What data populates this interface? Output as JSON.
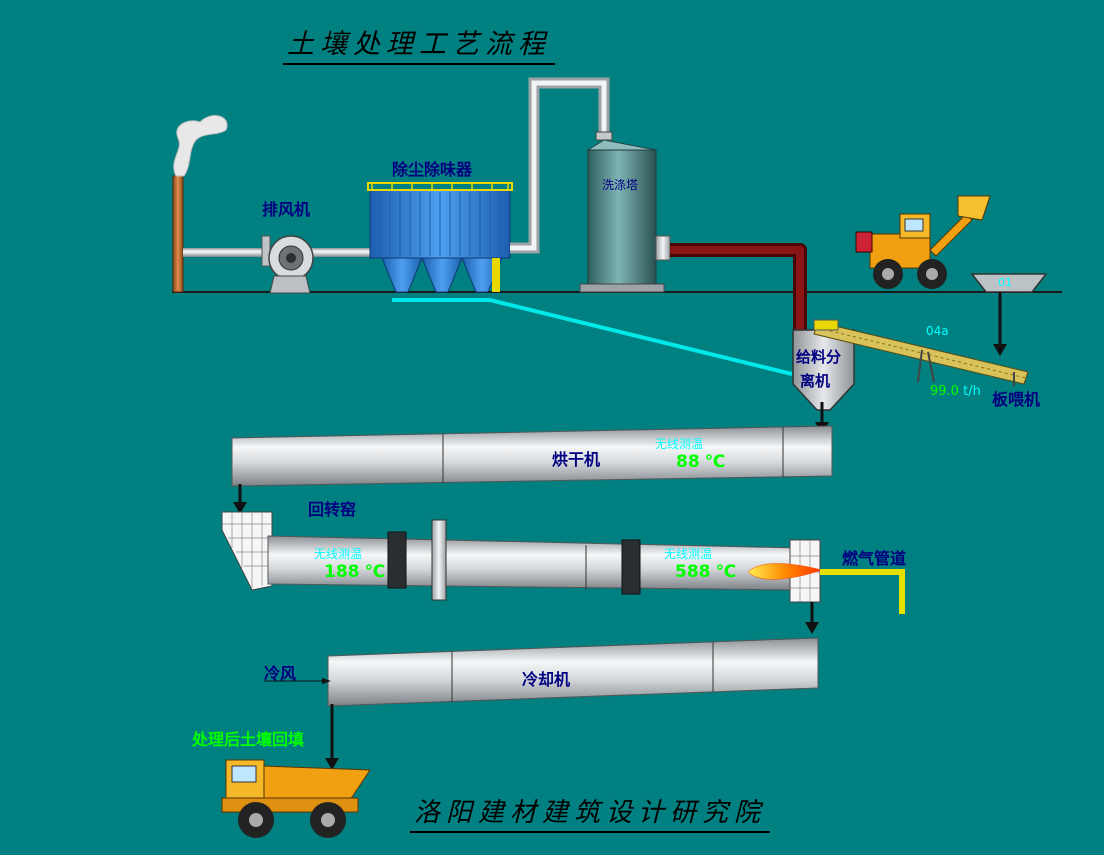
{
  "title": "土壤处理工艺流程",
  "institute": "洛阳建材建筑设计研究院",
  "labels": {
    "fan": "排风机",
    "dust_remover": "除尘除味器",
    "scrubber": "洗涤塔",
    "separator_line1": "给料分",
    "separator_line2": "离机",
    "plate_feeder": "板喂机",
    "hopper_tag": "01",
    "conveyor_tag": "04a",
    "dryer": "烘干机",
    "kiln": "回转窑",
    "gas_pipe": "燃气管道",
    "cold_air": "冷风",
    "cooler": "冷却机",
    "backfill": "处理后土壤回填"
  },
  "feed_rate": {
    "value": "99.0",
    "unit": "t/h"
  },
  "temperatures": {
    "sensor_label": "无线测温",
    "dryer": "88",
    "kiln_left": "188",
    "kiln_right": "588",
    "unit": "℃"
  },
  "colors": {
    "background": "#008080",
    "label_navy": "#000080",
    "value_green": "#00ff00",
    "tag_cyan": "#00ffff",
    "hot_pipe": "#7a0a0a",
    "gas_pipe": "#e8e000",
    "equipment_blue": "#2a7fd8"
  }
}
